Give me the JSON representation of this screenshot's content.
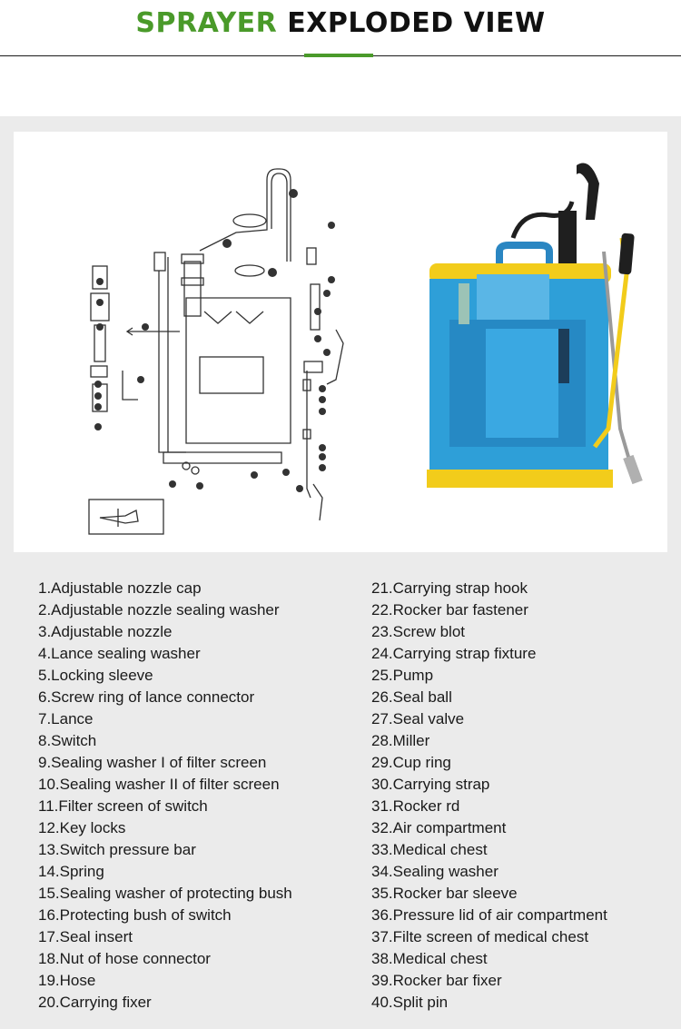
{
  "header": {
    "title_accent": "SPRAYER",
    "title_rest": " EXPLODED VIEW"
  },
  "parts_left": [
    "1.Adjustable nozzle cap",
    "2.Adjustable nozzle sealing washer",
    "3.Adjustable nozzle",
    "4.Lance sealing washer",
    "5.Locking sleeve",
    "6.Screw ring of lance connector",
    "7.Lance",
    "8.Switch",
    "9.Sealing washer I of filter screen",
    "10.Sealing washer II of filter screen",
    "11.Filter screen of switch",
    "12.Key locks",
    "13.Switch pressure bar",
    "14.Spring",
    "15.Sealing washer of protecting bush",
    "16.Protecting bush of switch",
    "17.Seal insert",
    "18.Nut of hose connector",
    "19.Hose",
    "20.Carrying fixer"
  ],
  "parts_right": [
    "21.Carrying strap hook",
    "22.Rocker bar fastener",
    "23.Screw blot",
    "24.Carrying strap fixture",
    "25.Pump",
    "26.Seal ball",
    "27.Seal valve",
    "28.Miller",
    "29.Cup ring",
    "30.Carrying strap",
    "31.Rocker rd",
    "32.Air compartment",
    "33.Medical chest",
    "34.Sealing washer",
    "35.Rocker bar sleeve",
    "36.Pressure lid of air compartment",
    "37.Filte screen of medical chest",
    "38.Medical chest",
    "39.Rocker bar fixer",
    "40.Split pin"
  ],
  "colors": {
    "accent_green": "#4a9a2a",
    "panel_gray": "#ebebeb",
    "tank_blue": "#2e9fd8",
    "frame_yellow": "#f2cc1b"
  }
}
